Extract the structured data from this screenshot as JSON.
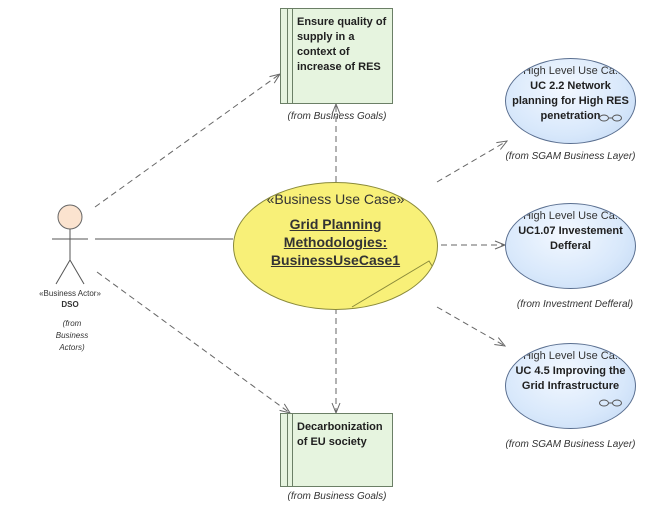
{
  "goals": {
    "top": {
      "text": "Ensure quality of supply in a context of increase of RES",
      "note": "(from Business Goals)"
    },
    "bottom": {
      "text": "Decarbonization of EU society",
      "note": "(from Business Goals)"
    }
  },
  "main_use_case": {
    "stereotype": "«Business Use Case»",
    "name": "Grid Planning Methodologies: BusinessUseCase1"
  },
  "high_level_use_cases": [
    {
      "stereotype": "«High Level Use Ca...",
      "name": "UC 2.2 Network planning for High RES penetration",
      "note": "(from SGAM Business Layer)"
    },
    {
      "stereotype": "«High Level Use Ca...",
      "name": "UC1.07 Investement Defferal",
      "note": "(from Investment Defferal)"
    },
    {
      "stereotype": "«High Level Use Ca...",
      "name": "UC 4.5 Improving the Grid Infrastructure",
      "note": "(from SGAM Business Layer)"
    }
  ],
  "actor": {
    "stereotype": "«Business Actor»",
    "name": "DSO",
    "note": "(from Business Actors)"
  },
  "colors": {
    "main_use_case_fill": "#f8f078",
    "goal_fill": "#e6f4df",
    "high_level_fill": "#d8e8fb",
    "actor_head_fill": "#fbe3cf"
  },
  "icons": [
    "actor-icon",
    "composite-link-icon"
  ]
}
